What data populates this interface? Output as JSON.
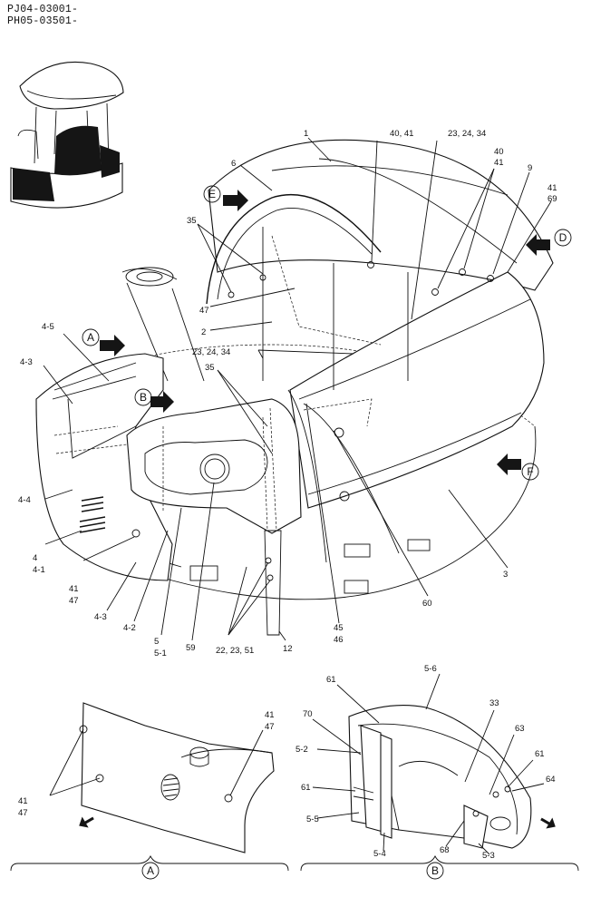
{
  "header": {
    "line1": "PJ04-03001-",
    "line2": "PH05-03501-"
  },
  "view_markers": {
    "A": "A",
    "B": "B",
    "D": "D",
    "E": "E",
    "F": "F"
  },
  "callouts": {
    "c1": "1",
    "c6": "6",
    "c40_41": "40, 41",
    "c23_24_34_top": "23, 24, 34",
    "c40": "40",
    "c41": "41",
    "c9": "9",
    "c41b": "41",
    "c69": "69",
    "c35_top": "35",
    "c47": "47",
    "c2": "2",
    "c23_24_34_mid": "23, 24, 34",
    "c4_5": "4-5",
    "c4_3": "4-3",
    "c35_mid": "35",
    "c4_4": "4-4",
    "c4": "4",
    "c4_1": "4-1",
    "c41_47_a": "41",
    "c41_47_b": "47",
    "c4_3b": "4-3",
    "c4_2": "4-2",
    "c5": "5",
    "c5_1": "5-1",
    "c59": "59",
    "c22_23_51": "22, 23, 51",
    "c12": "12",
    "c45": "45",
    "c46": "46",
    "c60": "60",
    "c3": "3"
  },
  "detail_a": {
    "label": "A",
    "c41_top": "41",
    "c47_top": "47",
    "c41_left": "41",
    "c47_left": "47"
  },
  "detail_b": {
    "label": "B",
    "c5_6": "5-6",
    "c61_top": "61",
    "c70": "70",
    "c5_2": "5-2",
    "c33": "33",
    "c63": "63",
    "c61_right": "61",
    "c64": "64",
    "c61_left": "61",
    "c5_5": "5-5",
    "c5_4": "5-4",
    "c68": "68",
    "c5_3": "5-3"
  }
}
